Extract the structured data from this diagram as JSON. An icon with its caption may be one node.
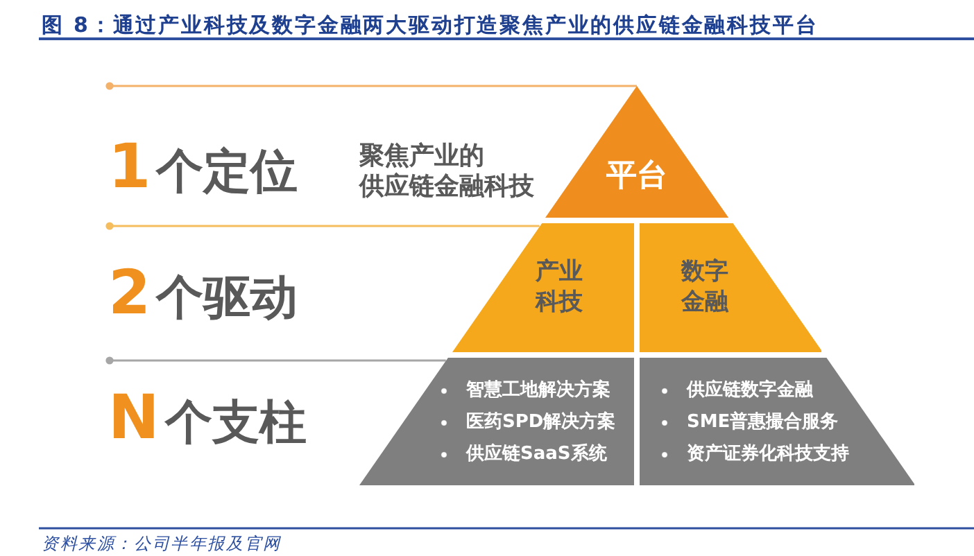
{
  "diagram": {
    "title": "图 8：通过产业科技及数字金融两大驱动打造聚焦产业的供应链金融科技平台",
    "nodes": [
      {
        "text": [
          "平台"
        ],
        "beside": [
          "聚焦产业的供应链金融科技"
        ]
      },
      {
        "text": [
          "产业科技"
        ]
      },
      {
        "text": [
          "数字金融"
        ]
      },
      {
        "text": [
          "智慧工地解决方案",
          "医药SPD解决方案",
          "供应链SaaS系统"
        ]
      },
      {
        "text": [
          "供应链数字金融",
          "SME普惠撮合服务",
          "资产证券化科技支持"
        ]
      }
    ],
    "labels": [
      "1个定位",
      "2个驱动",
      "N个支柱"
    ],
    "caption": "资料来源：公司半年报及官网"
  }
}
